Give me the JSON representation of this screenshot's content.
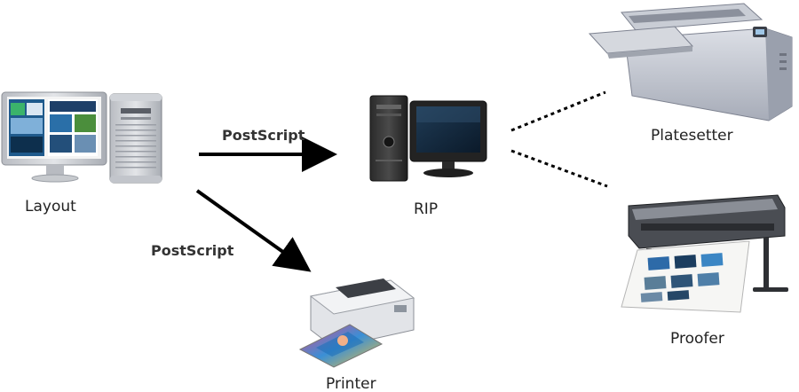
{
  "nodes": {
    "layout": "Layout",
    "rip": "RIP",
    "platesetter": "Platesetter",
    "proofer": "Proofer",
    "printer": "Printer"
  },
  "edges": {
    "layout_to_rip": "PostScript",
    "layout_to_printer": "PostScript"
  }
}
